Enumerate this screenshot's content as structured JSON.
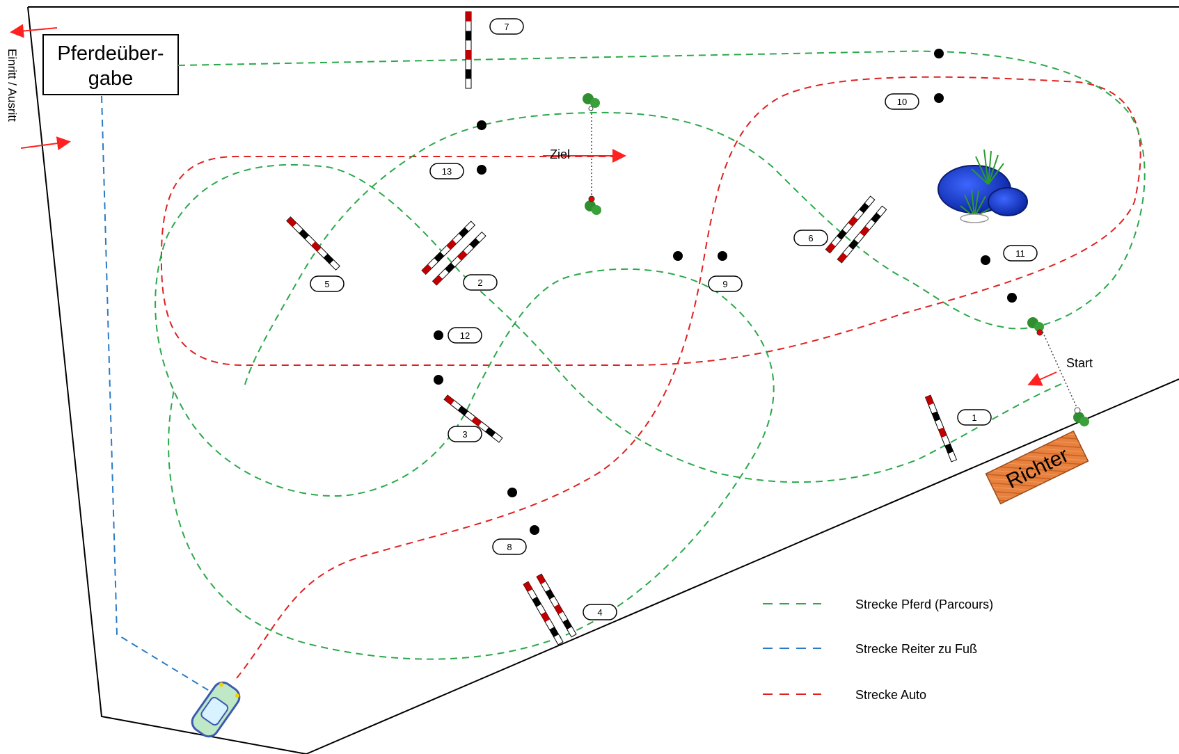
{
  "labels": {
    "handover_line1": "Pferdeüber-",
    "handover_line2": "gabe",
    "entry_exit": "Einritt / Ausritt",
    "finish": "Ziel",
    "start": "Start",
    "judge": "Richter"
  },
  "obstacles": [
    "1",
    "2",
    "3",
    "4",
    "5",
    "6",
    "7",
    "8",
    "9",
    "10",
    "11",
    "12",
    "13"
  ],
  "legend": [
    {
      "label": "Strecke Pferd (Parcours)",
      "color": "#2aa84a"
    },
    {
      "label": "Strecke Reiter zu Fuß",
      "color": "#2b7bc4"
    },
    {
      "label": "Strecke Auto",
      "color": "#e02020"
    }
  ],
  "colors": {
    "horse_route": "#2aa84a",
    "rider_route": "#2b7bc4",
    "car_route": "#e02020",
    "arrow": "#ff0000",
    "pole_red": "#c00000",
    "pole_black": "#000000",
    "judge_box": "#e07a38",
    "pond": "#1b3fd0",
    "bush": "#2f8f2f"
  }
}
